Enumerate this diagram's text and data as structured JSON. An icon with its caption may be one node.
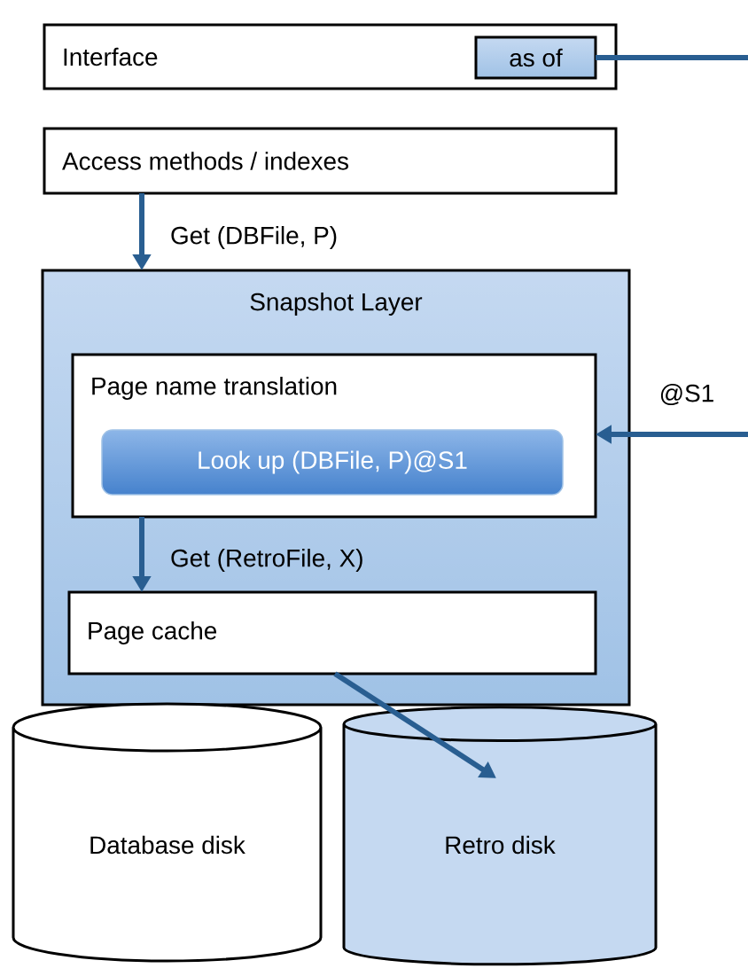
{
  "diagram": {
    "nodes": [
      {
        "text": [
          "Interface"
        ]
      },
      {
        "text": [
          "as of"
        ],
        "in": 0
      },
      {
        "text": [
          "Access methods / indexes"
        ]
      },
      {
        "text": [
          "Snapshot Layer"
        ]
      },
      {
        "text": [
          "Page name translation"
        ],
        "in": 3
      },
      {
        "text": [
          "Look up (DBFile, P)@S1"
        ],
        "in": 4
      },
      {
        "text": [
          "Page cache"
        ],
        "in": 3
      },
      {
        "text": [
          "Database disk"
        ]
      },
      {
        "text": [
          "Retro disk"
        ]
      }
    ],
    "edges": [
      {
        "from": 1,
        "to": null,
        "arrow": "none"
      },
      {
        "from": 2,
        "to": 3,
        "arrow": "to",
        "label": "Get (DBFile, P)"
      },
      {
        "from": null,
        "to": 4,
        "arrow": "to",
        "label": "@S1"
      },
      {
        "from": 4,
        "to": 6,
        "arrow": "to",
        "label": "Get (RetroFile, X)"
      },
      {
        "from": 6,
        "to": 8,
        "arrow": "to"
      }
    ]
  }
}
